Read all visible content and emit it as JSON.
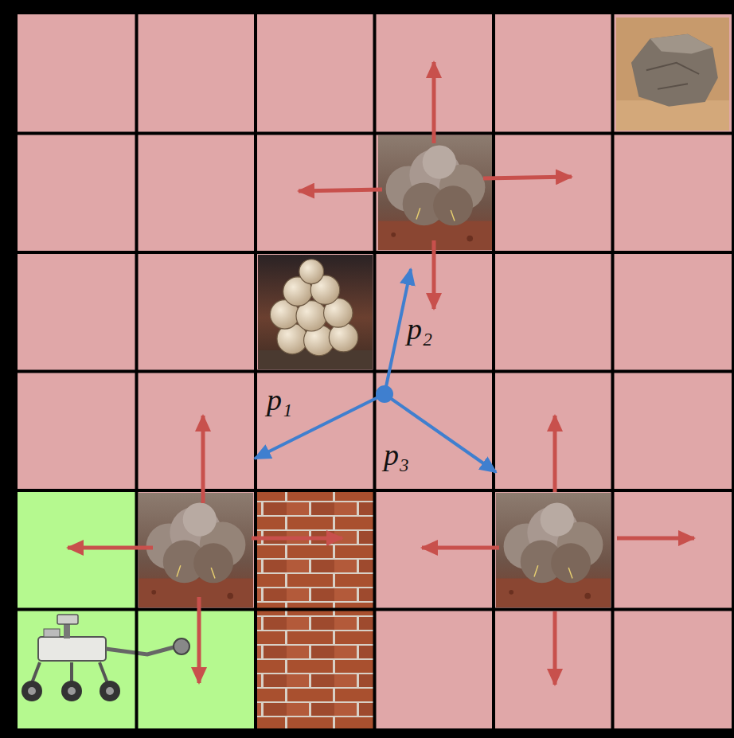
{
  "diagram": {
    "labels": [
      "p₁",
      "p₂",
      "p₃"
    ]
  }
}
